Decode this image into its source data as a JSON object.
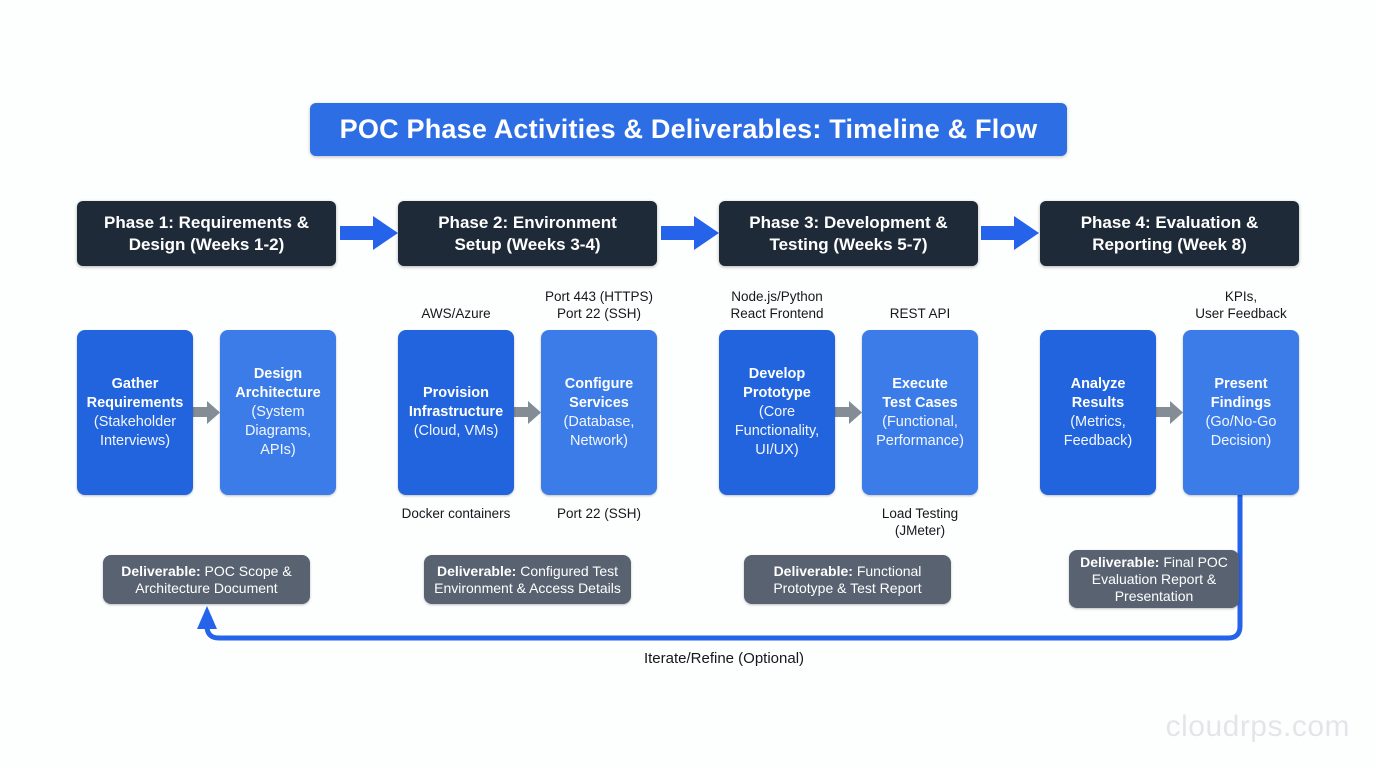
{
  "title": "POC Phase Activities & Deliverables: Timeline & Flow",
  "watermark": "cloudrps.com",
  "loop": {
    "label": "Iterate/Refine (Optional)"
  },
  "colors": {
    "title_bar": "#2e6ee4",
    "phase_box": "#1f2a38",
    "activity_primary": "#2164dd",
    "activity_secondary": "#3c7ce8",
    "deliverable_box": "#586270",
    "arrow_blue": "#2563eb",
    "arrow_gray": "#848c96",
    "annotation_text": "#15181c",
    "watermark_text": "#e3e6e9"
  },
  "phases": [
    {
      "header": "Phase 1: Requirements &\nDesign (Weeks 1-2)",
      "activities": [
        {
          "name": "Gather\nRequirements",
          "detail": "(Stakeholder\nInterviews)",
          "note_above": "",
          "note_below": ""
        },
        {
          "name": "Design\nArchitecture",
          "detail": "(System\nDiagrams,\nAPIs)",
          "note_above": "",
          "note_below": ""
        }
      ],
      "deliverable": {
        "prefix": "Deliverable:",
        "text": "POC Scope & Architecture Document"
      }
    },
    {
      "header": "Phase 2: Environment\nSetup (Weeks 3-4)",
      "activities": [
        {
          "name": "Provision\nInfrastructure",
          "detail": "(Cloud, VMs)",
          "note_above": "AWS/Azure",
          "note_below": "Docker containers"
        },
        {
          "name": "Configure\nServices",
          "detail": "(Database,\nNetwork)",
          "note_above": "Port 443 (HTTPS)\nPort 22 (SSH)",
          "note_below": "Port 22 (SSH)"
        }
      ],
      "deliverable": {
        "prefix": "Deliverable:",
        "text": "Configured Test Environment & Access Details"
      }
    },
    {
      "header": "Phase 3: Development &\nTesting (Weeks 5-7)",
      "activities": [
        {
          "name": "Develop\nPrototype",
          "detail": "(Core\nFunctionality,\nUI/UX)",
          "note_above": "Node.js/Python\nReact Frontend",
          "note_below": ""
        },
        {
          "name": "Execute\nTest Cases",
          "detail": "(Functional,\nPerformance)",
          "note_above": "REST API",
          "note_below": "Load Testing\n(JMeter)"
        }
      ],
      "deliverable": {
        "prefix": "Deliverable:",
        "text": "Functional Prototype & Test Report"
      }
    },
    {
      "header": "Phase 4: Evaluation &\nReporting (Week 8)",
      "activities": [
        {
          "name": "Analyze\nResults",
          "detail": "(Metrics,\nFeedback)",
          "note_above": "",
          "note_below": ""
        },
        {
          "name": "Present\nFindings",
          "detail": "(Go/No-Go\nDecision)",
          "note_above": "KPIs,\nUser Feedback",
          "note_below": ""
        }
      ],
      "deliverable": {
        "prefix": "Deliverable:",
        "text": "Final POC Evaluation Report & Presentation"
      }
    }
  ]
}
